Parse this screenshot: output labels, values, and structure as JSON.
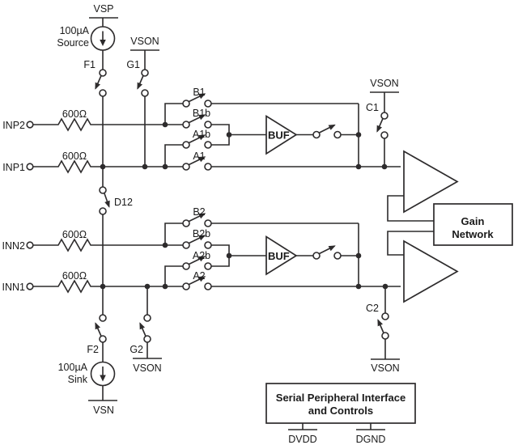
{
  "colors": {
    "line": "#2d2b2c",
    "text": "#1a1a1a",
    "background": "#ffffff"
  },
  "supplies": {
    "vsp": "VSP",
    "vsn": "VSN"
  },
  "vson": {
    "g1": "VSON",
    "c1": "VSON",
    "g2": "VSON",
    "c2": "VSON"
  },
  "current_source": {
    "line1": "100µA",
    "line2": "Source"
  },
  "current_sink": {
    "line1": "100µA",
    "line2": "Sink"
  },
  "inputs": [
    {
      "label": "INP2",
      "resistor": "600Ω"
    },
    {
      "label": "INP1",
      "resistor": "600Ω"
    },
    {
      "label": "INN2",
      "resistor": "600Ω"
    },
    {
      "label": "INN1",
      "resistor": "600Ω"
    }
  ],
  "switches": {
    "f1": "F1",
    "g1": "G1",
    "d12": "D12",
    "b1": "B1",
    "b1b": "B1b",
    "a1b": "A1b",
    "a1": "A1",
    "c1": "C1",
    "f2": "F2",
    "g2": "G2",
    "b2": "B2",
    "b2b": "B2b",
    "a2b": "A2b",
    "a2": "A2",
    "c2": "C2"
  },
  "buffers": {
    "buf1": "BUF",
    "buf2": "BUF"
  },
  "gain_network": {
    "line1": "Gain",
    "line2": "Network"
  },
  "spi": {
    "line1": "Serial Peripheral Interface",
    "line2": "and Controls"
  },
  "pins": {
    "dvdd": "DVDD",
    "dgnd": "DGND"
  }
}
